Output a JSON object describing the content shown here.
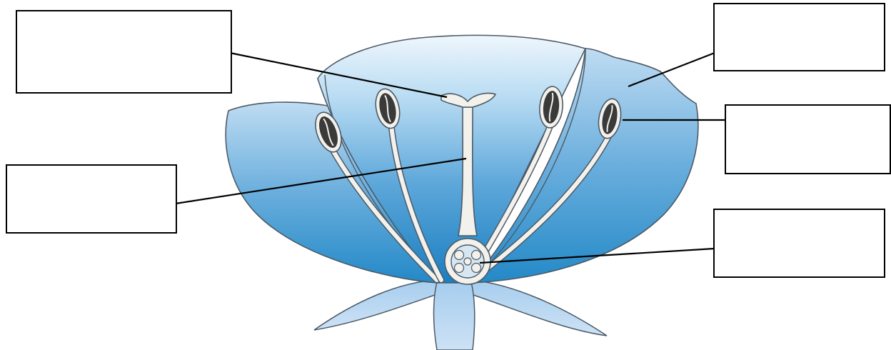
{
  "diagram": {
    "labels": [
      {
        "id": "stigma",
        "text": ""
      },
      {
        "id": "style",
        "text": ""
      },
      {
        "id": "petal",
        "text": ""
      },
      {
        "id": "anther",
        "text": ""
      },
      {
        "id": "ovary",
        "text": ""
      }
    ]
  },
  "colors": {
    "petal_light": "#e6f2fb",
    "petal_mid": "#8fc3e8",
    "petal_dark": "#1f86c4",
    "sepal": "#9cc6ea",
    "outline": "#4d5a66",
    "stamen": "#f3f1ec",
    "anther_fill": "#3a3a3a",
    "leader_line": "#000000",
    "box_border": "#000000"
  }
}
